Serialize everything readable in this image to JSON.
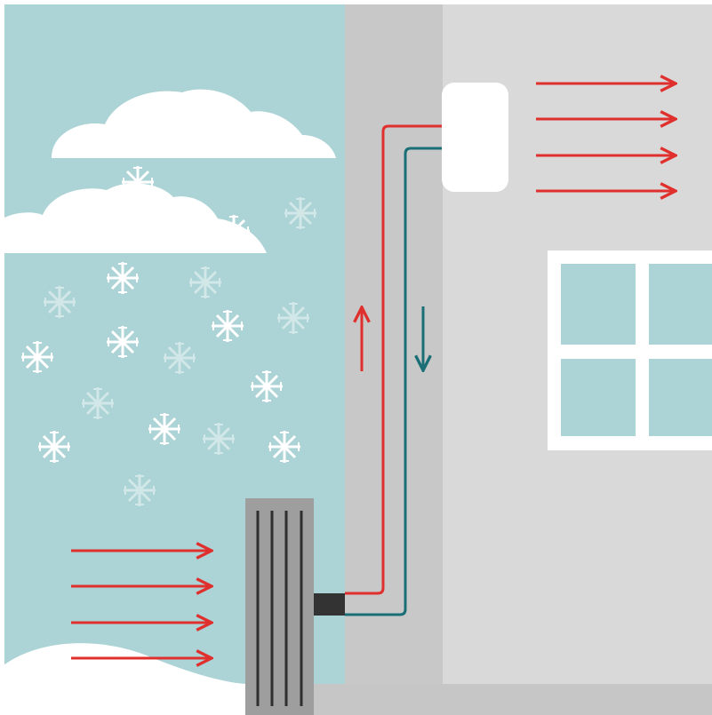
{
  "diagram": {
    "subject": "heat-pump-illustration",
    "colors": {
      "sky": "#acd3d5",
      "wall": "#c8c8c8",
      "interior": "#d9d9d9",
      "floor": "#c6c6c6",
      "snow": "#ffffff",
      "cloud": "#ffffff",
      "heat_arrow": "#e0302e",
      "cold_pipe": "#1a6f77",
      "outdoor_unit_body": "#9e9e9e",
      "outdoor_unit_slats": "#2e2e2e",
      "connector": "#333333",
      "indoor_unit": "#ffffff",
      "window_frame": "#ffffff",
      "window_glass": "#acd3d5"
    },
    "icons": {
      "snowflake": "snowflake-icon",
      "cloud": "cloud-icon",
      "arrow": "arrow-right-icon"
    },
    "counts": {
      "outdoor_air_arrows": 4,
      "indoor_heat_arrows": 4,
      "window_panes": 4
    },
    "flow": {
      "hot_line_direction": "up",
      "cold_line_direction": "down"
    }
  }
}
